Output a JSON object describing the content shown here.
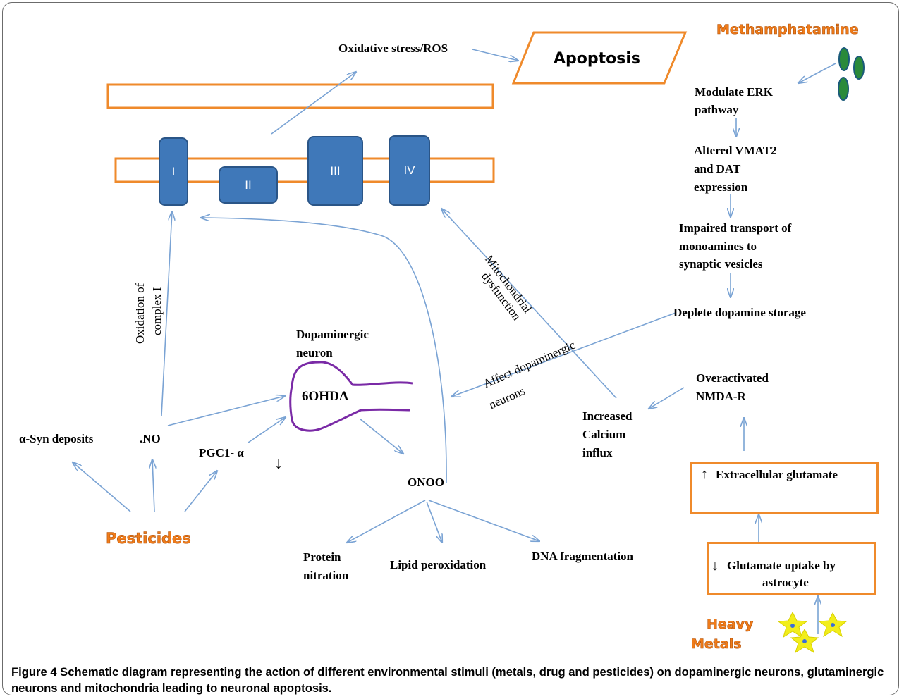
{
  "figure": {
    "caption_label": "Figure 4",
    "caption_text": " Schematic diagram representing the action of different environmental stimuli (metals, drug and pesticides) on dopaminergic neurons, glutaminergic neurons and mitochondria leading to neuronal apoptosis."
  },
  "mitochondria": {
    "complexes": [
      "I",
      "II",
      "III",
      "IV"
    ]
  },
  "labels": {
    "oxidative_stress": "Oxidative stress/ROS",
    "apoptosis": "Apoptosis",
    "methamphetamine": "Methamphatamine",
    "modulate_erk_1": "Modulate ERK",
    "modulate_erk_2": "pathway",
    "altered_vmat_1": "Altered VMAT2",
    "altered_vmat_2": "and DAT",
    "altered_vmat_3": "expression",
    "impaired_1": "Impaired transport of",
    "impaired_2": "monoamines to",
    "impaired_3": "synaptic vesicles",
    "deplete": "Deplete dopamine storage",
    "mito_dysfunction_1": "Mitochondrial",
    "mito_dysfunction_2": "dysfunction",
    "affect_dopa_1": "Affect dopaminergic",
    "affect_dopa_2": "neurons",
    "oxidation_1": "Oxidation of",
    "oxidation_2": "complex I",
    "dopa_neuron_1": "Dopaminergic",
    "dopa_neuron_2": "neuron",
    "sixohda": "6OHDA",
    "overactivated_1": "Overactivated",
    "overactivated_2": "NMDA-R",
    "calcium_1": "Increased",
    "calcium_2": "Calcium",
    "calcium_3": "influx",
    "asyn": "α-Syn deposits",
    "no": ".NO",
    "pgc1": "PGC1- α",
    "down_arrow": "↓",
    "onoo": "ONOO",
    "pesticides": "Pesticides",
    "protein_1": "Protein",
    "protein_2": "nitration",
    "lipid": "Lipid peroxidation",
    "dna": "DNA fragmentation",
    "extracellular": "Extracellular glutamate",
    "up_arrow": "↑",
    "uptake_1": "Glutamate uptake by",
    "uptake_2": "astrocyte",
    "down_arrow_2": "↓",
    "heavy_1": "Heavy",
    "heavy_2": "Metals"
  },
  "colors": {
    "arrow": "#7aa3d4",
    "orange": "#ef8a2b",
    "complex": "#3f78b9",
    "neuron": "#7a2aa6",
    "star": "#f2ee1a"
  }
}
